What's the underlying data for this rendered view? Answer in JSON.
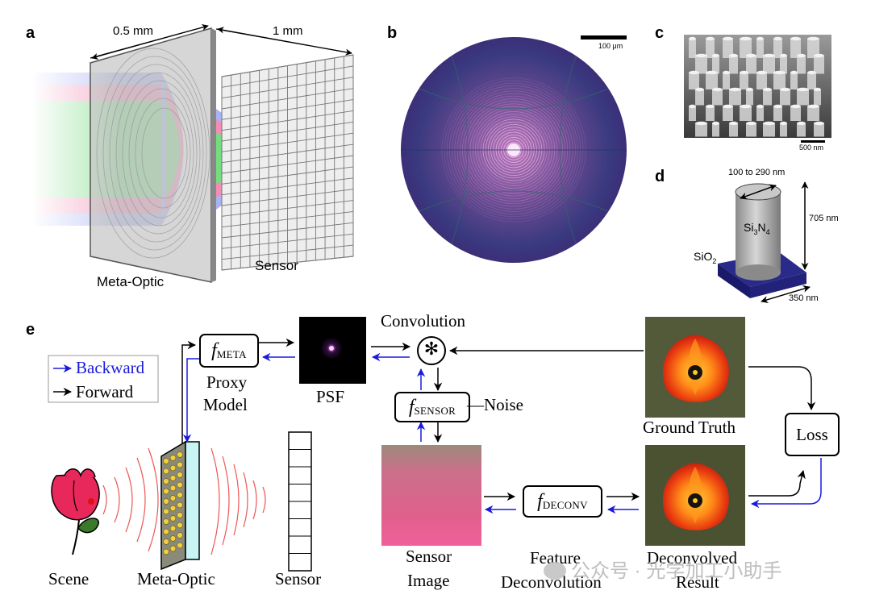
{
  "panel_labels": {
    "a": "a",
    "b": "b",
    "c": "c",
    "d": "d",
    "e": "e"
  },
  "panel_a": {
    "width_label": "0.5 mm",
    "gap_label": "1 mm",
    "meta_optic_label": "Meta-Optic",
    "sensor_label": "Sensor"
  },
  "panel_b": {
    "scale_bar_label": "100 μm"
  },
  "panel_c": {
    "scale_bar_label": "500 nm"
  },
  "panel_d": {
    "diameter_label": "100 to 290 nm",
    "height_label": "705 nm",
    "pillar_material": "Si",
    "pillar_sub1": "3",
    "pillar_n": "N",
    "pillar_sub2": "4",
    "substrate_material": "SiO",
    "substrate_sub": "2",
    "pitch_label": "350 nm"
  },
  "panel_e": {
    "legend": {
      "backward": "Backward",
      "forward": "Forward"
    },
    "colors": {
      "backward": "#1a1adc",
      "forward": "#000000",
      "wave": "#ee5555",
      "lens_yellow": "#f2d040",
      "lens_cyan": "#c8f4f4"
    },
    "f_meta": {
      "f": "f",
      "sub": "META"
    },
    "proxy_model_line1": "Proxy",
    "proxy_model_line2": "Model",
    "psf_label": "PSF",
    "convolution_label": "Convolution",
    "convolution_symbol": "✻",
    "f_sensor": {
      "f": "f",
      "sub": "SENSOR"
    },
    "noise_label": "—Noise",
    "sensor_image_line1": "Sensor",
    "sensor_image_line2": "Image",
    "f_deconv": {
      "f": "f",
      "sub": "DECONV"
    },
    "feature_deconv_line1": "Feature",
    "feature_deconv_line2": "Deconvolution",
    "ground_truth_label": "Ground Truth",
    "loss_label": "Loss",
    "deconvolved_line1": "Deconvolved",
    "deconvolved_line2": "Result",
    "scene_label": "Scene",
    "meta_optic_label": "Meta-Optic",
    "sensor_label": "Sensor"
  },
  "watermark": "公众号 · 光学加工小助手"
}
